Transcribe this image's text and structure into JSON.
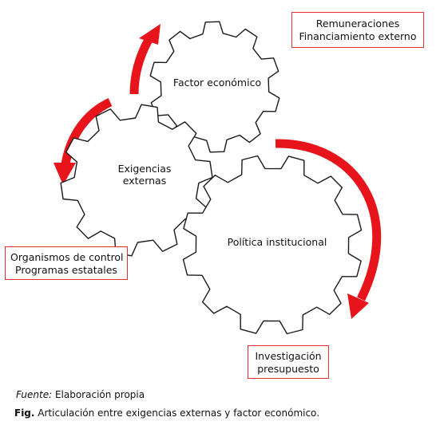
{
  "gears": [
    {
      "id": "factor-economico",
      "label_lines": [
        "Factor económico"
      ]
    },
    {
      "id": "exigencias-externas",
      "label_lines": [
        "Exigencias",
        "externas"
      ]
    },
    {
      "id": "politica-institucional",
      "label_lines": [
        "Política institucional"
      ]
    }
  ],
  "notes": {
    "remuneraciones": [
      "Remuneraciones",
      "Financiamiento externo"
    ],
    "organismos": [
      "Organismos de control",
      "Programas estatales"
    ],
    "investigacion": [
      "Investigación",
      "presupuesto"
    ]
  },
  "caption": {
    "source_label": "Fuente:",
    "source_text": " Elaboración propia",
    "fig_label": "Fig.",
    "fig_text": " Articulación entre exigencias externas y factor económico."
  },
  "colors": {
    "arrow": "#e8141b",
    "note_border": "#e03030",
    "gear_stroke": "#1a1a1a"
  }
}
